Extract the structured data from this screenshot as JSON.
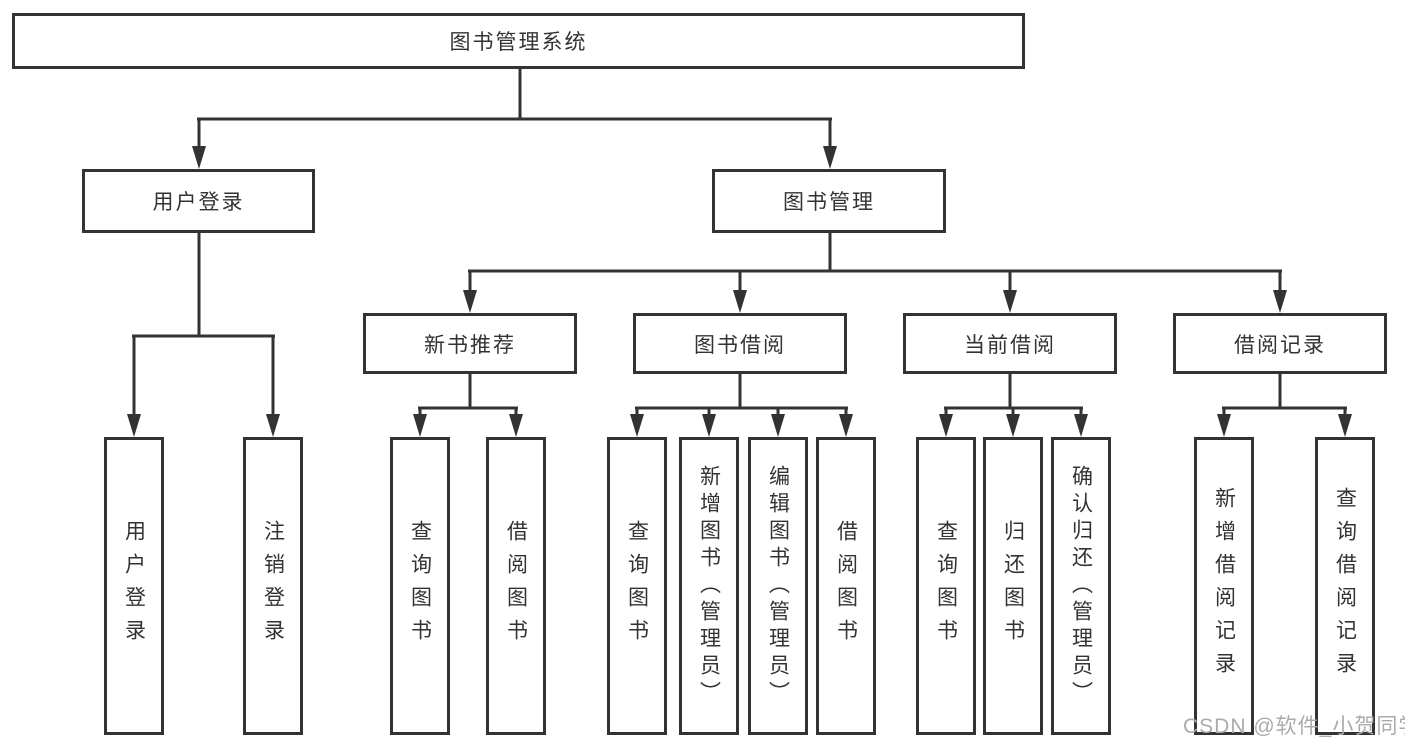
{
  "colors": {
    "line": "#333333",
    "text": "#333333",
    "box_background": "#ffffff",
    "watermark": "#ababab"
  },
  "watermark": "CSDN @软件_小贺同学",
  "tree": {
    "root": "图书管理系统",
    "user_login": {
      "label": "用户登录",
      "children": [
        "用户登录",
        "注销登录"
      ]
    },
    "book_mgmt": {
      "label": "图书管理",
      "groups": {
        "new_book": {
          "label": "新书推荐",
          "children": [
            "查询图书",
            "借阅图书"
          ]
        },
        "borrow": {
          "label": "图书借阅",
          "children": [
            "查询图书",
            "新增图书（管理员）",
            "编辑图书（管理员）",
            "借阅图书"
          ]
        },
        "current": {
          "label": "当前借阅",
          "children": [
            "查询图书",
            "归还图书",
            "确认归还（管理员）"
          ]
        },
        "records": {
          "label": "借阅记录",
          "children": [
            "新增借阅记录",
            "查询借阅记录"
          ]
        }
      }
    }
  }
}
